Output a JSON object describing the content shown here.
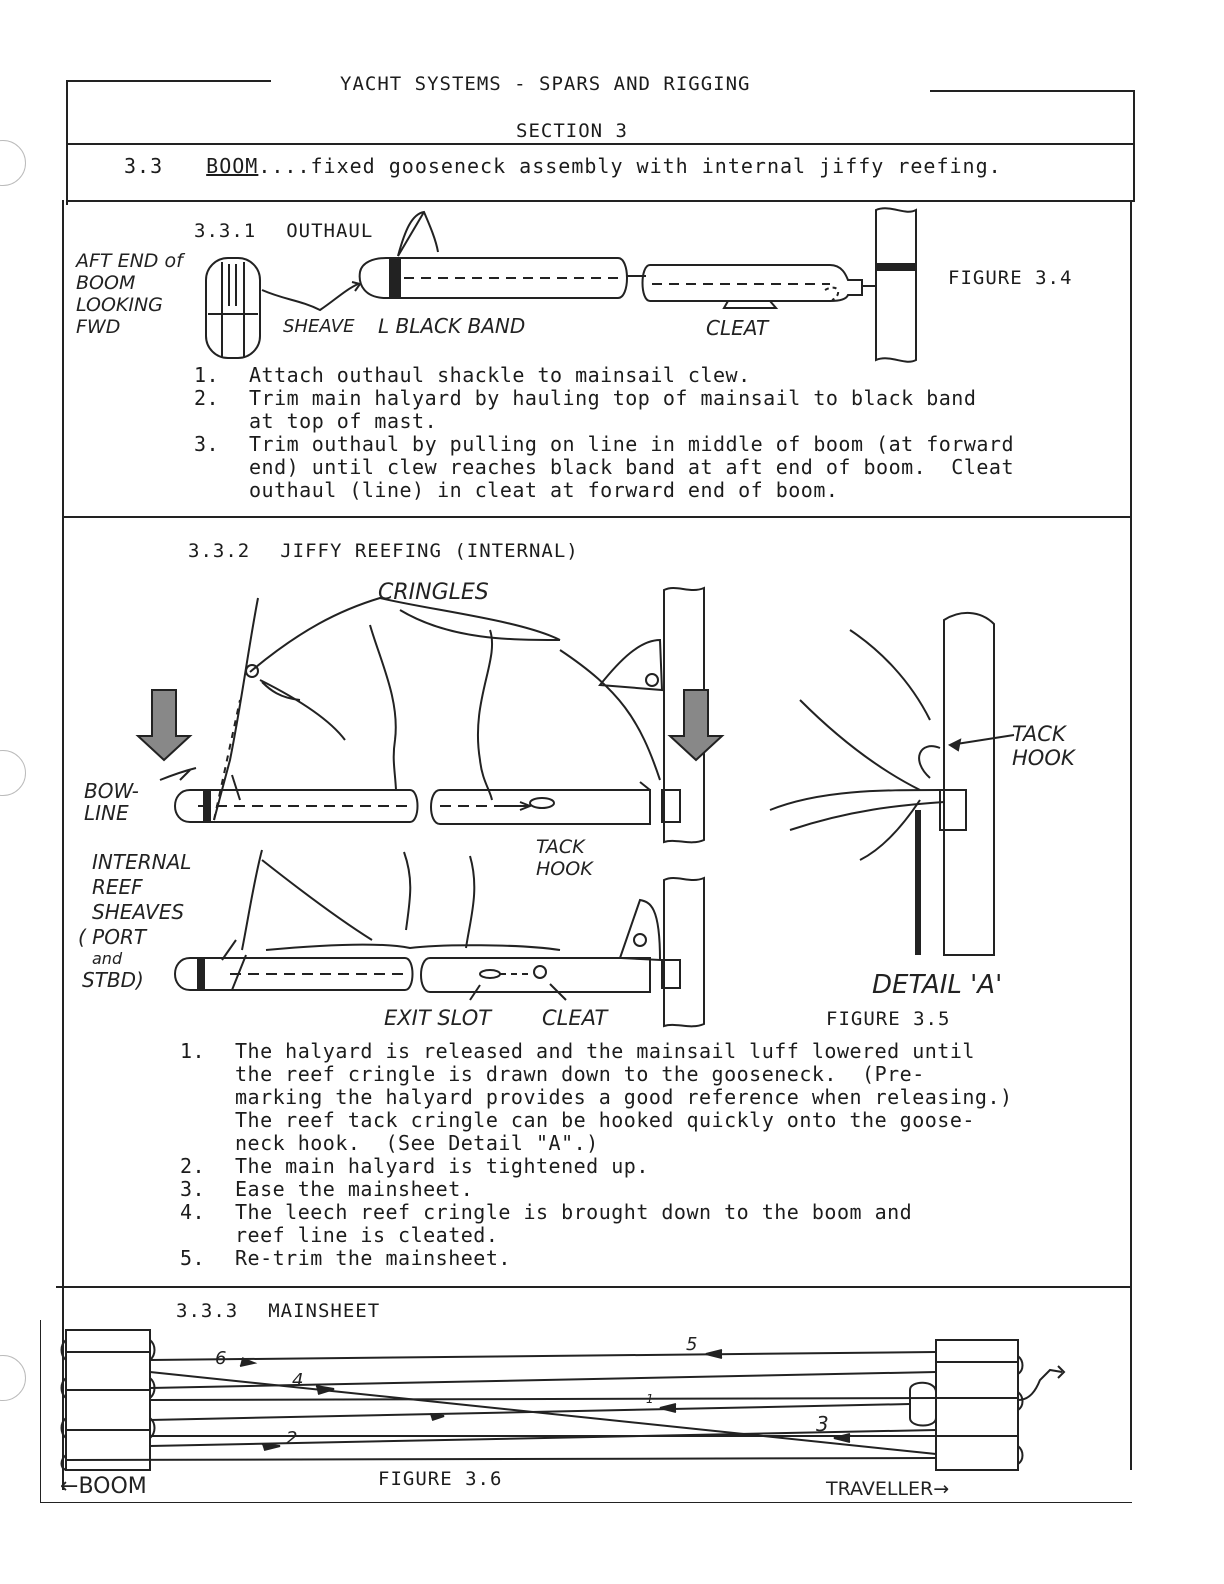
{
  "header": {
    "title": "YACHT SYSTEMS - SPARS AND RIGGING",
    "section": "SECTION 3",
    "heading_number": "3.3",
    "heading_underlined": "BOOM",
    "heading_rest": "....fixed gooseneck assembly with internal jiffy reefing."
  },
  "outhaul": {
    "subheading_number": "3.3.1",
    "subheading": "OUTHAUL",
    "figure_label": "FIGURE 3.4",
    "annotations": {
      "aft_end": "AFT END of BOOM LOOKING FWD",
      "aft_end_lines": [
        "AFT END of",
        "BOOM",
        "LOOKING",
        "FWD"
      ],
      "sheave": "SHEAVE",
      "black_band": "BLACK BAND",
      "cleat": "CLEAT"
    },
    "steps": [
      {
        "num": "1.",
        "text": "Attach outhaul shackle to mainsail clew."
      },
      {
        "num": "2.",
        "text": "Trim main halyard by hauling top of mainsail to black band\nat top of mast."
      },
      {
        "num": "3.",
        "text": "Trim outhaul by pulling on line in middle of boom (at forward\nend) until clew reaches black band at aft end of boom.  Cleat\nouthaul (line) in cleat at forward end of boom."
      }
    ]
  },
  "jiffy": {
    "subheading_number": "3.3.2",
    "subheading": "JIFFY REEFING (INTERNAL)",
    "figure_label": "FIGURE 3.5",
    "annotations": {
      "cringles": "CRINGLES",
      "bowline_1": "BOW-",
      "bowline_2": "LINE",
      "tack_hook_1": "TACK",
      "tack_hook_2": "HOOK",
      "internal_reef_sheaves_lines": [
        "INTERNAL",
        "REEF",
        "SHEAVES",
        "( PORT",
        "and",
        "STBD)"
      ],
      "exit_slot": "EXIT SLOT",
      "cleat": "CLEAT",
      "detail_tack_1": "TACK",
      "detail_tack_2": "HOOK",
      "detail_a": "DETAIL 'A'"
    },
    "steps": [
      {
        "num": "1.",
        "text": "The halyard is released and the mainsail luff lowered until\nthe reef cringle is drawn down to the gooseneck.  (Pre-\nmarking the halyard provides a good reference when releasing.)\nThe reef tack cringle can be hooked quickly onto the goose-\nneck hook.  (See Detail \"A\".)"
      },
      {
        "num": "2.",
        "text": "The main halyard is tightened up."
      },
      {
        "num": "3.",
        "text": "Ease the mainsheet."
      },
      {
        "num": "4.",
        "text": "The leech reef cringle is brought down to the boom and\nreef line is cleated."
      },
      {
        "num": "5.",
        "text": "Re-trim the mainsheet."
      }
    ]
  },
  "mainsheet": {
    "subheading_number": "3.3.3",
    "subheading": "MAINSHEET",
    "figure_label": "FIGURE 3.6",
    "boom_label": "BOOM",
    "traveller_label": "TRAVELLER",
    "numbers": [
      "1",
      "2",
      "3",
      "4",
      "5",
      "6"
    ]
  },
  "icons": [
    "hole-punch",
    "arrow-left-icon",
    "arrow-right-icon",
    "down-arrow-icon"
  ]
}
